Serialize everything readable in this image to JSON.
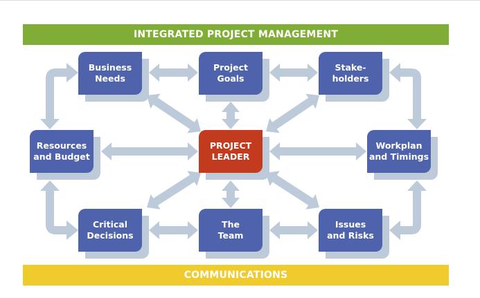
{
  "title": "Integrated Project Management",
  "header_banner": {
    "label": "INTEGRATED PROJECT MANAGEMENT",
    "color": "#80ad35"
  },
  "footer_banner": {
    "label": "COMMUNICATIONS",
    "color": "#f0cb2e"
  },
  "colors": {
    "node": "#4f63ad",
    "leader": "#c23b1e",
    "arrow": "#bccad9",
    "shadow": "#bccad9"
  },
  "nodes": {
    "business_needs": {
      "label": "Business\nNeeds"
    },
    "project_goals": {
      "label": "Project\nGoals"
    },
    "stakeholders": {
      "label": "Stake-\nholders"
    },
    "resources_budget": {
      "label": "Resources\nand Budget"
    },
    "project_leader": {
      "label": "PROJECT\nLEADER"
    },
    "workplan_timings": {
      "label": "Workplan\nand Timings"
    },
    "critical_decisions": {
      "label": "Critical\nDecisions"
    },
    "the_team": {
      "label": "The\nTeam"
    },
    "issues_risks": {
      "label": "Issues\nand Risks"
    }
  },
  "connections": [
    [
      "business_needs",
      "project_goals"
    ],
    [
      "project_goals",
      "stakeholders"
    ],
    [
      "resources_budget",
      "project_leader"
    ],
    [
      "project_leader",
      "workplan_timings"
    ],
    [
      "critical_decisions",
      "the_team"
    ],
    [
      "the_team",
      "issues_risks"
    ],
    [
      "project_goals",
      "project_leader"
    ],
    [
      "project_leader",
      "the_team"
    ],
    [
      "business_needs",
      "project_leader"
    ],
    [
      "stakeholders",
      "project_leader"
    ],
    [
      "critical_decisions",
      "project_leader"
    ],
    [
      "issues_risks",
      "project_leader"
    ],
    [
      "business_needs",
      "resources_budget"
    ],
    [
      "resources_budget",
      "critical_decisions"
    ],
    [
      "stakeholders",
      "workplan_timings"
    ],
    [
      "workplan_timings",
      "issues_risks"
    ]
  ]
}
